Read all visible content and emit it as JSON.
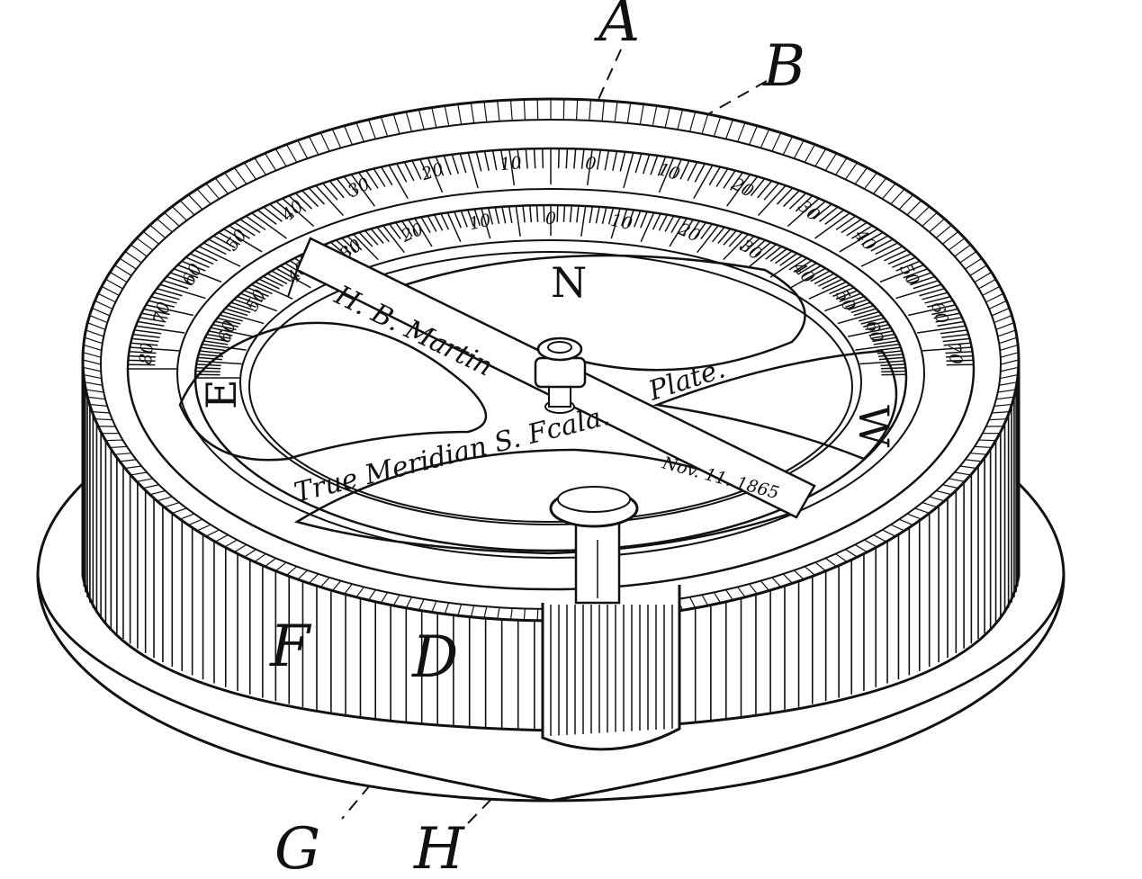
{
  "figure": {
    "reference_letters": [
      "A",
      "B",
      "D",
      "F",
      "G",
      "H"
    ],
    "direction_letters": {
      "north": "N",
      "west": "W",
      "east": "E"
    },
    "inscriptions": {
      "maker": "H. B. Martin",
      "plate": "Plate.",
      "meridian": "True Meridian S. Fcala.",
      "patent": "Nov. 11. 1865"
    },
    "outer_scale": [
      "80",
      "70",
      "60",
      "50",
      "40",
      "30",
      "20",
      "10",
      "0",
      "10",
      "20",
      "30",
      "40",
      "50",
      "60",
      "70"
    ],
    "inner_scale": [
      "60",
      "50",
      "40",
      "30",
      "20",
      "10",
      "0",
      "10",
      "20",
      "30",
      "40",
      "50",
      "60"
    ]
  }
}
